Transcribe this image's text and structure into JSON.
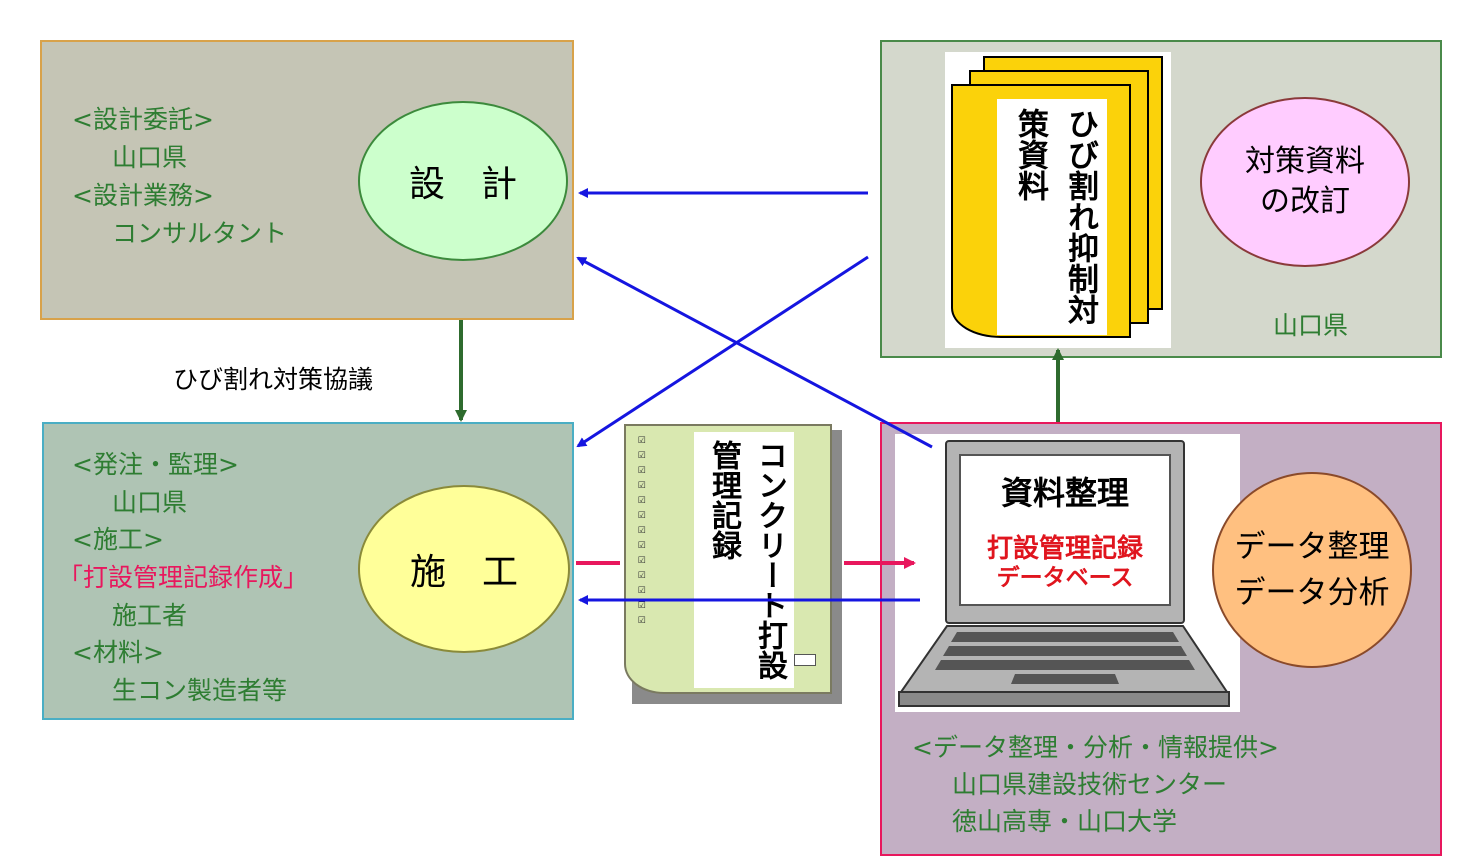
{
  "design": {
    "lines": [
      "<設計委託>",
      "山口県",
      "<設計業務>",
      "コンサルタント"
    ],
    "circle": "設　計"
  },
  "revision": {
    "doc_title": "ひび割れ抑制対策資料",
    "circle": "対策資料の改訂",
    "owner": "山口県"
  },
  "arrow_label": "ひび割れ対策協議",
  "construction": {
    "lines": [
      "<発注・監理>",
      "山口県",
      "<施工>",
      "「打設管理記録作成」",
      "施工者",
      "<材料>",
      "生コン製造者等"
    ],
    "circle": "施　工"
  },
  "record_doc": {
    "title": "コンクリート打設管理記録"
  },
  "data_center": {
    "screen_title": "資料整理",
    "screen_red1": "打設管理記録",
    "screen_red2": "データベース",
    "circle_line1": "データ整理",
    "circle_line2": "データ分析",
    "lines": [
      "<データ整理・分析・情報提供>",
      "山口県建設技術センター",
      "徳山高専・山口大学"
    ]
  },
  "colors": {
    "design_box": "#c5c5b5",
    "revision_box": "#d4d8cc",
    "construction_box": "#afc4b4",
    "data_box": "#c3afc4",
    "text_green": "#2e7d32",
    "text_red": "#e8175d",
    "arrow_blue": "#1515e0",
    "arrow_green": "#2e6b2e",
    "arrow_pink": "#e8175d"
  }
}
